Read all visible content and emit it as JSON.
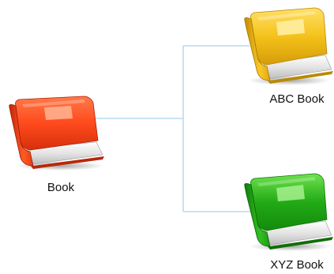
{
  "diagram": {
    "root": {
      "label": "Book",
      "color": "#ff4a1c"
    },
    "children": [
      {
        "label": "ABC Book",
        "color": "#f4c21a"
      },
      {
        "label": "XYZ Book",
        "color": "#22aa16"
      }
    ],
    "connector_color": "#a9d2ee"
  }
}
